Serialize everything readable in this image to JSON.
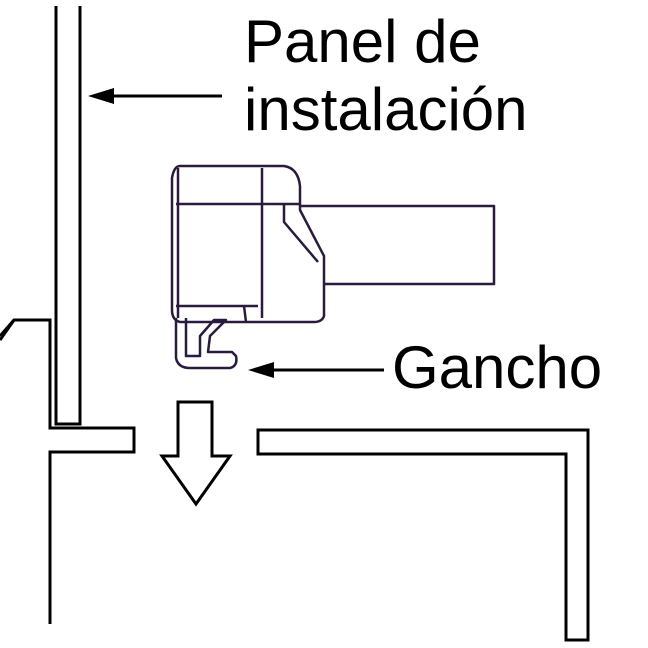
{
  "labels": {
    "panel_line1": "Panel de",
    "panel_line2": "instalación",
    "hook": "Gancho"
  },
  "colors": {
    "stroke": "#000000",
    "clip_stroke": "#2a1a3e",
    "background": "#ffffff"
  }
}
